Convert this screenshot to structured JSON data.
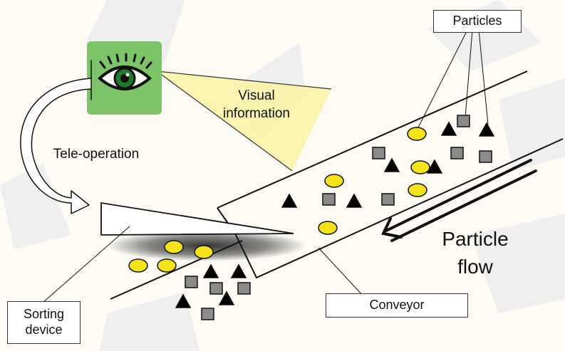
{
  "labels": {
    "particles": "Particles",
    "visual_information_line1": "Visual",
    "visual_information_line2": "information",
    "tele_operation": "Tele-operation",
    "particle_flow_line1": "Particle",
    "particle_flow_line2": "flow",
    "conveyor": "Conveyor",
    "sorting_device_line1": "Sorting",
    "sorting_device_line2": "device"
  },
  "colors": {
    "eye_box": "#7cc36a",
    "vision_cone": "#fbf3a8",
    "circle_particle": "#f4e21a",
    "square_particle": "#8a8a8a",
    "triangle_particle": "#000000",
    "watermark": "#eaeaea",
    "ground_shadow": "#3a3a3a"
  },
  "icons": {
    "eye": "eye-icon",
    "particle_circle": "circle-particle-icon",
    "particle_square": "square-particle-icon",
    "particle_triangle": "triangle-particle-icon"
  }
}
